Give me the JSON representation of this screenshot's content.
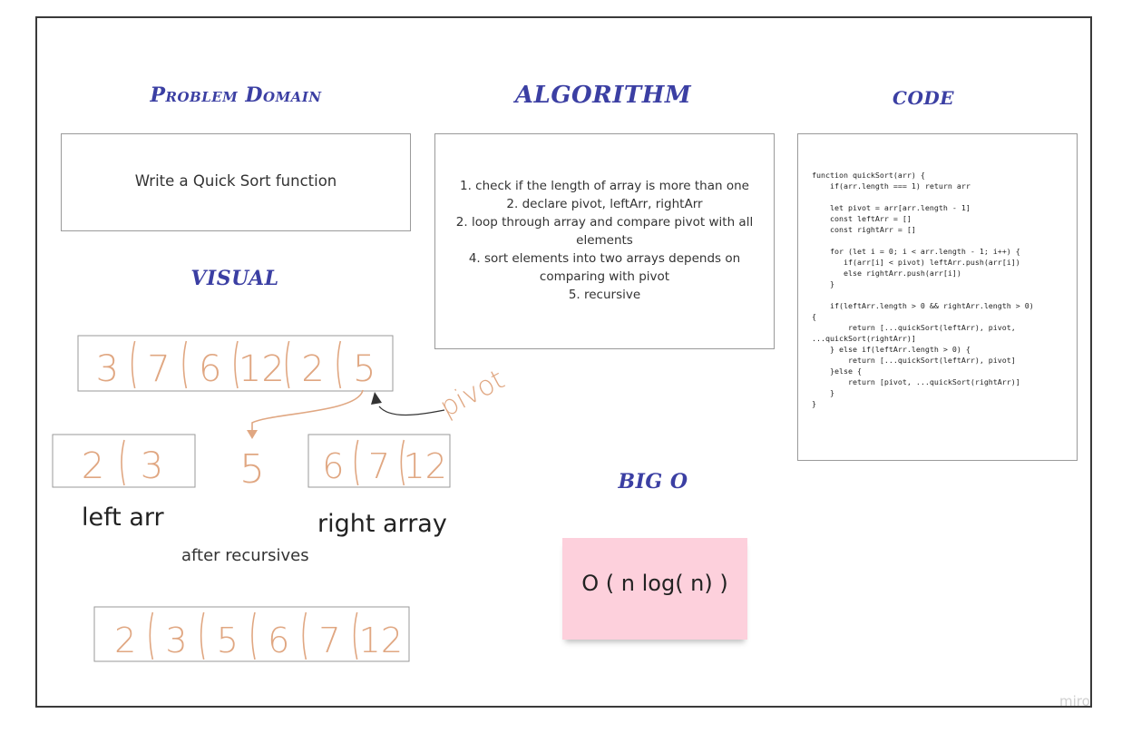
{
  "headings": {
    "problem_domain": "Problem Domain",
    "algorithm": "ALGORITHM",
    "code": "CODE",
    "visual": "VISUAL",
    "big_o": "BIG O"
  },
  "problem_domain": {
    "text": "Write a Quick Sort function"
  },
  "algorithm": {
    "steps": [
      "1. check if the length of array is more than one",
      "2. declare pivot,   leftArr,   rightArr",
      "2. loop through array and compare pivot with all elements",
      "4. sort elements into two arrays depends on comparing with pivot",
      "5. recursive"
    ]
  },
  "code": {
    "source": "function quickSort(arr) {\n    if(arr.length === 1) return arr\n\n    let pivot = arr[arr.length - 1]\n    const leftArr = []\n    const rightArr = []\n\n    for (let i = 0; i < arr.length - 1; i++) {\n       if(arr[i] < pivot) leftArr.push(arr[i])\n       else rightArr.push(arr[i])\n    }\n\n    if(leftArr.length > 0 && rightArr.length > 0)\n{\n        return [...quickSort(leftArr), pivot,\n...quickSort(rightArr)]\n    } else if(leftArr.length > 0) {\n        return [...quickSort(leftArr), pivot]\n    }else {\n        return [pivot, ...quickSort(rightArr)]\n    }\n}"
  },
  "visual": {
    "input_array": [
      "3",
      "7",
      "6",
      "12",
      "2",
      "5"
    ],
    "pivot_label": "pivot",
    "pivot_value": "5",
    "left_array": [
      "2",
      "3"
    ],
    "right_array": [
      "6",
      "7",
      "12"
    ],
    "left_label": "left arr",
    "right_label": "right array",
    "after_label": "after recursives",
    "sorted_array": [
      "2",
      "3",
      "5",
      "6",
      "7",
      "12"
    ]
  },
  "big_o": {
    "value": "O ( n log( n) )"
  },
  "watermark": "miro",
  "colors": {
    "heading": "#3b3fa3",
    "handwriting": "#e0a782",
    "sticky": "#fdd0dc",
    "frame": "#3a3a3a"
  }
}
